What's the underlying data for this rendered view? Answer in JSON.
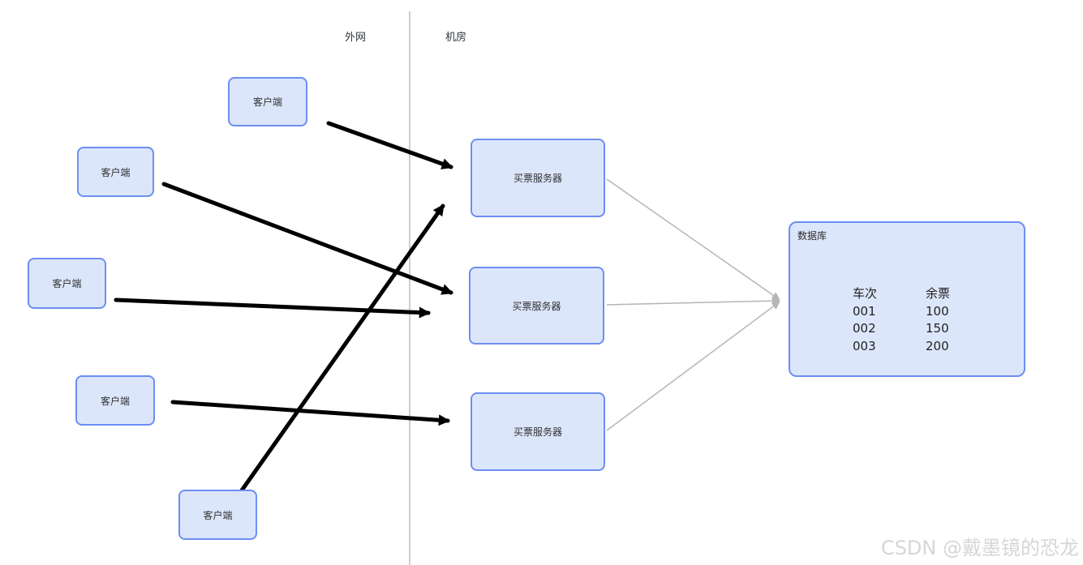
{
  "zones": {
    "outer_network_label": "外网",
    "server_room_label": "机房"
  },
  "clients": [
    {
      "label": "客户端"
    },
    {
      "label": "客户端"
    },
    {
      "label": "客户端"
    },
    {
      "label": "客户端"
    },
    {
      "label": "客户端"
    }
  ],
  "servers": [
    {
      "label": "买票服务器"
    },
    {
      "label": "买票服务器"
    },
    {
      "label": "买票服务器"
    }
  ],
  "database": {
    "title": "数据库",
    "table": {
      "headers": [
        "车次",
        "余票"
      ],
      "rows": [
        [
          "001",
          "100"
        ],
        [
          "002",
          "150"
        ],
        [
          "003",
          "200"
        ]
      ]
    }
  },
  "connections": {
    "client_to_server": [
      {
        "from": "client-1",
        "to": "server-1"
      },
      {
        "from": "client-2",
        "to": "server-2"
      },
      {
        "from": "client-3",
        "to": "server-2"
      },
      {
        "from": "client-4",
        "to": "server-3"
      },
      {
        "from": "client-5",
        "to": "server-1"
      }
    ],
    "server_to_database": [
      {
        "from": "server-1",
        "to": "database"
      },
      {
        "from": "server-2",
        "to": "database"
      },
      {
        "from": "server-3",
        "to": "database"
      }
    ]
  },
  "watermark": "CSDN @戴墨镜的恐龙",
  "colors": {
    "box_fill": "#dce6fb",
    "box_border": "#6d8ef3",
    "client_arrow": "#000000",
    "database_link": "#b5b5b5",
    "divider": "#c9ced6",
    "watermark": "#d6d6d6"
  }
}
